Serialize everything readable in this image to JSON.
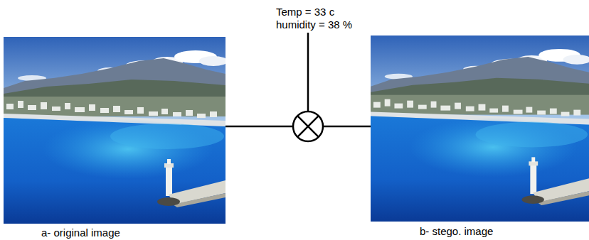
{
  "diagram": {
    "nodes": [
      {
        "text": [
          "a- original image"
        ]
      },
      {
        "text": [
          "b- stego. image"
        ]
      }
    ],
    "edges": [
      {
        "from": 0,
        "to": 1,
        "arrow": "none"
      }
    ],
    "labels": [
      "Temp = 33 c",
      "humidity = 38 %"
    ]
  }
}
